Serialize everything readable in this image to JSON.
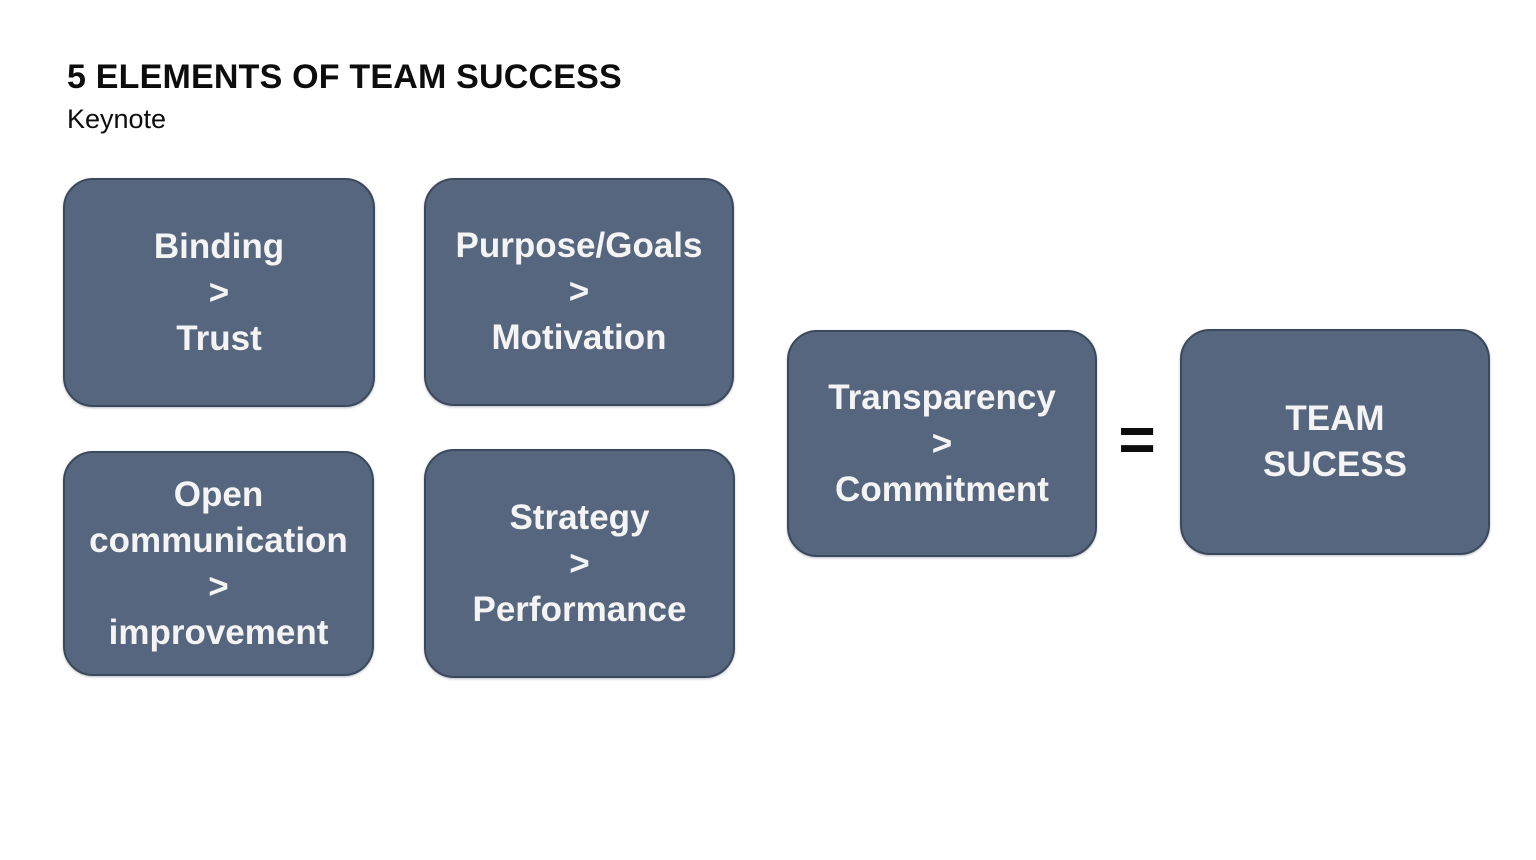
{
  "header": {
    "title": "5 ELEMENTS OF TEAM SUCCESS",
    "subtitle": "Keynote"
  },
  "operator": {
    "equals": "="
  },
  "colors": {
    "box_fill": "#56667e",
    "box_border": "#3c495c",
    "box_text": "#f4f4f4",
    "title_text": "#0d0d0d",
    "background": "#ffffff"
  },
  "boxes": [
    {
      "id": "binding-trust",
      "lines": [
        "Binding",
        ">",
        "Trust"
      ]
    },
    {
      "id": "purpose-goals-motivation",
      "lines": [
        "Purpose/Goals",
        ">",
        "Motivation"
      ]
    },
    {
      "id": "open-communication-improvement",
      "lines": [
        "Open",
        "communication",
        ">",
        "improvement"
      ]
    },
    {
      "id": "strategy-performance",
      "lines": [
        "Strategy",
        ">",
        "Performance"
      ]
    },
    {
      "id": "transparency-commitment",
      "lines": [
        "Transparency",
        ">",
        "Commitment"
      ]
    },
    {
      "id": "team-success",
      "lines": [
        "TEAM",
        "SUCESS"
      ]
    }
  ]
}
